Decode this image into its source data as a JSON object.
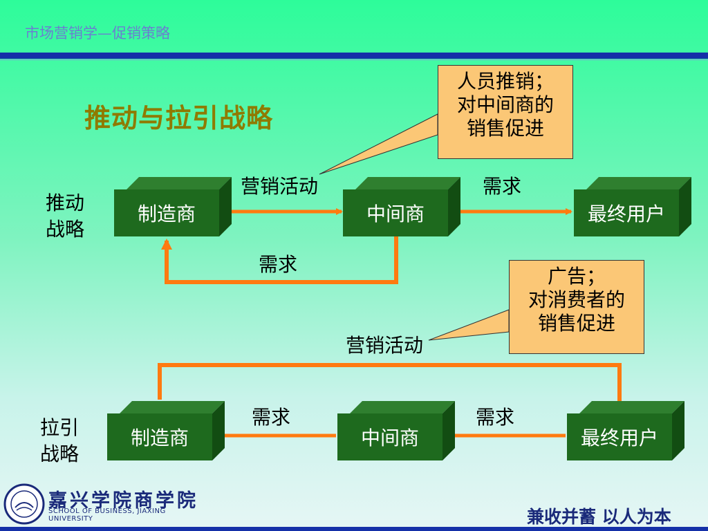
{
  "header": {
    "title": "市场营销学—促销策略"
  },
  "slide": {
    "title": "推动与拉引战略"
  },
  "push": {
    "label_line1": "推动",
    "label_line2": "战略",
    "nodes": [
      "制造商",
      "中间商",
      "最终用户"
    ],
    "activity_label": "营销活动",
    "demand_top": "需求",
    "demand_return": "需求",
    "callout": {
      "line1": "人员推销；",
      "line2": "对中间商的",
      "line3": "销售促进"
    }
  },
  "pull": {
    "label_line1": "拉引",
    "label_line2": "战略",
    "nodes": [
      "制造商",
      "中间商",
      "最终用户"
    ],
    "activity_label": "营销活动",
    "demand_left": "需求",
    "demand_right": "需求",
    "callout": {
      "line1": "广告；",
      "line2": "对消费者的",
      "line3": "销售促进"
    }
  },
  "footer": {
    "logo_cn": "嘉兴学院商学院",
    "logo_en": "SCHOOL OF BUSINESS, JIAXING UNIVERSITY",
    "motto": "兼收并蓄  以人为本"
  },
  "colors": {
    "arrow": "#ff7a10",
    "box": "#1e6a1e",
    "callout": "#fbc776",
    "title": "#8f7a00",
    "bar": "#1530a8"
  }
}
